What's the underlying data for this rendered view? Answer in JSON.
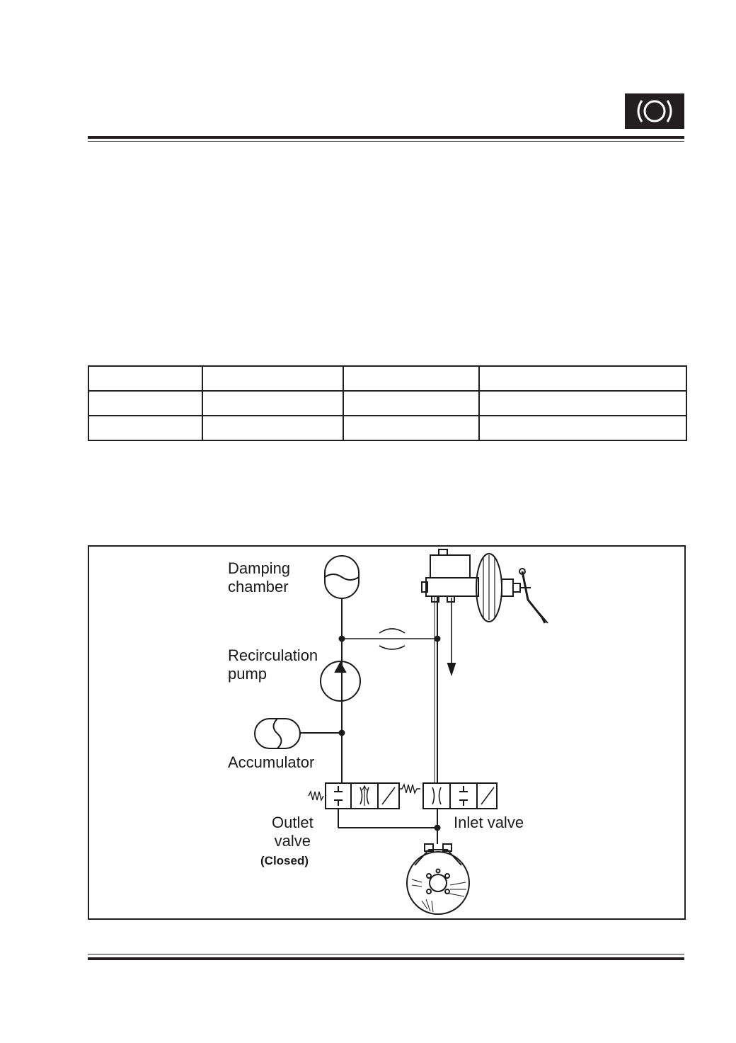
{
  "header": {
    "badge_icon": "brake-warning-icon"
  },
  "spec_table": {
    "rows": [
      [
        "",
        "",
        "",
        ""
      ],
      [
        "",
        "",
        "",
        ""
      ],
      [
        "",
        "",
        "",
        ""
      ]
    ]
  },
  "diagram": {
    "labels": {
      "damping_chamber_line1": "Damping",
      "damping_chamber_line2": "chamber",
      "recirculation_pump_line1": "Recirculation",
      "recirculation_pump_line2": "pump",
      "accumulator": "Accumulator",
      "outlet_valve_line1": "Outlet",
      "outlet_valve_line2": "valve",
      "outlet_valve_state": "(Closed)",
      "inlet_valve": "Inlet valve"
    }
  }
}
